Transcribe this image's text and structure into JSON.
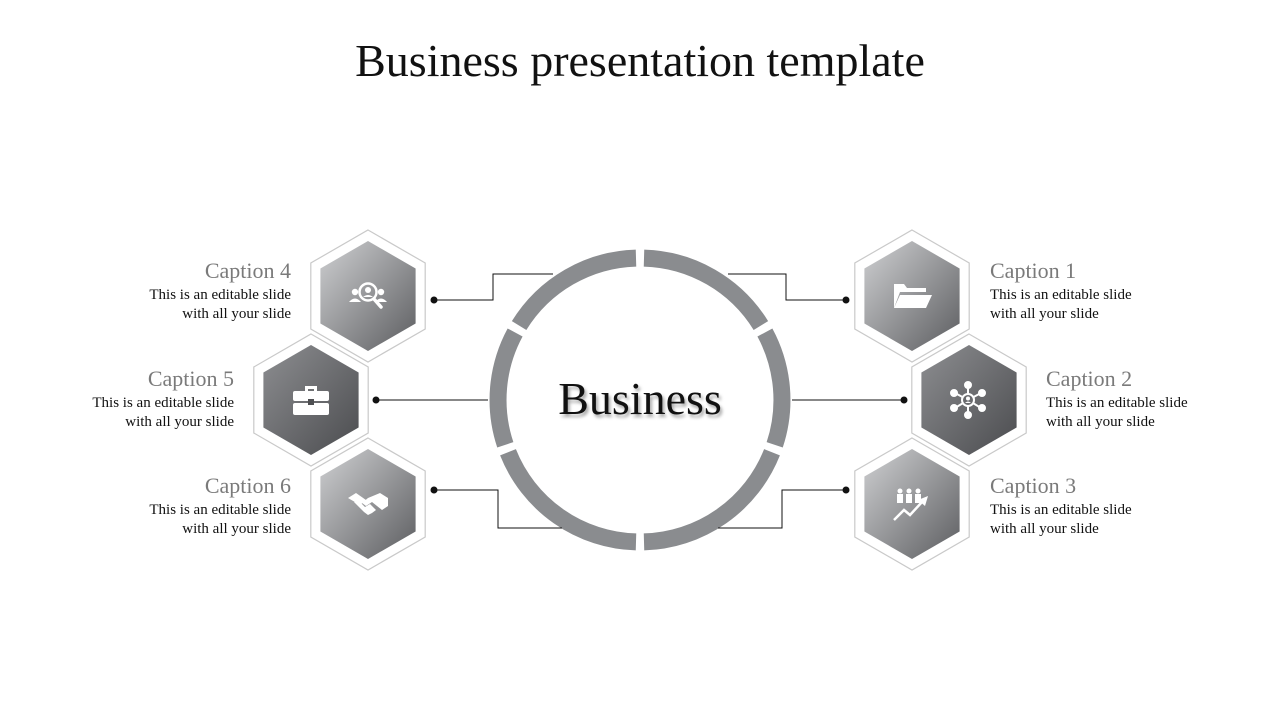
{
  "title": "Business presentation template",
  "center_label": "Business",
  "captions": [
    {
      "title": "Caption 1",
      "line1": "This is an editable slide",
      "line2": "with all your slide",
      "icon": "folder-icon"
    },
    {
      "title": "Caption 2",
      "line1": "This is an editable slide",
      "line2": "with all your slide",
      "icon": "network-icon"
    },
    {
      "title": "Caption 3",
      "line1": "This is an editable slide",
      "line2": "with all your slide",
      "icon": "team-growth-icon"
    },
    {
      "title": "Caption 4",
      "line1": "This is an editable slide",
      "line2": "with all your slide",
      "icon": "user-search-icon"
    },
    {
      "title": "Caption 5",
      "line1": "This is an editable slide",
      "line2": "with all your slide",
      "icon": "briefcase-icon"
    },
    {
      "title": "Caption 6",
      "line1": "This is an editable slide",
      "line2": "with all your slide",
      "icon": "handshake-icon"
    }
  ],
  "colors": {
    "ring": "#8a8c8f",
    "hex_light": "#c8c9cb",
    "hex_dark": "#5f6063",
    "caption_title": "#7a7a7a",
    "text": "#111111"
  }
}
